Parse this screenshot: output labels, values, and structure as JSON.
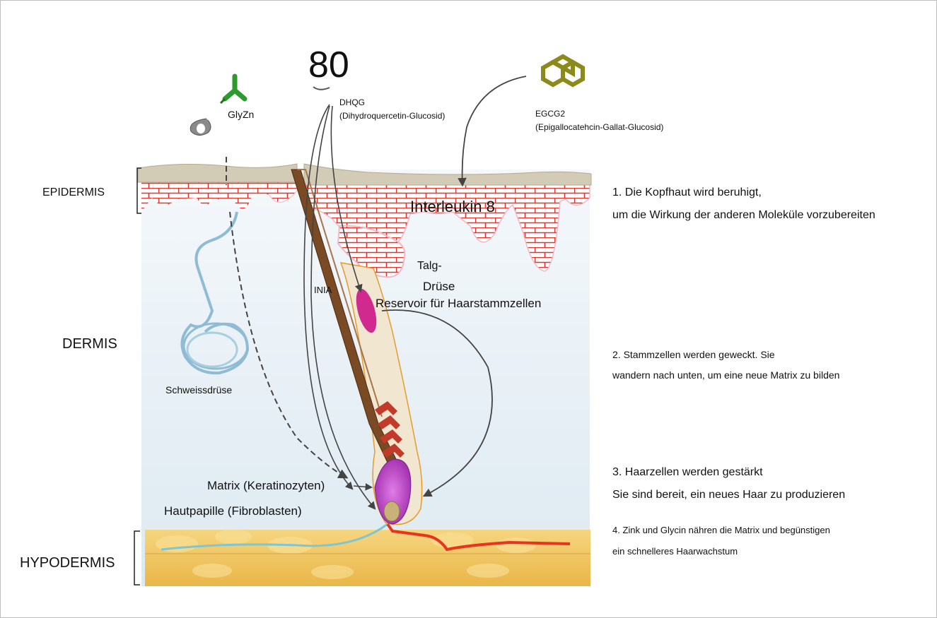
{
  "layers": {
    "epidermis": "EPIDERMIS",
    "dermis": "DERMIS",
    "hypodermis": "HYPODERMIS"
  },
  "molecules": {
    "number": "80",
    "glyzn": "GlyZn",
    "dhqg": {
      "name": "DHQG",
      "full": "(Dihydroquercetin-Glucosid)"
    },
    "egcg2": {
      "name": "EGCG2",
      "full": "(Epigallocatehcin-Gallat-Glucosid)"
    }
  },
  "labels": {
    "interleukin": "Interleukin 8",
    "talg_line1": "Talg-",
    "talg_line2": "Drüse",
    "inia": "INIA",
    "reservoir": "Reservoir für Haarstammzellen",
    "schweiss": "Schweissdrüse",
    "matrix": "Matrix (Keratinozyten)",
    "hautpapille": "Hautpapille (Fibroblasten)"
  },
  "steps": {
    "s1_line1": "1. Die Kopfhaut wird beruhigt,",
    "s1_line2": "um die Wirkung der anderen Moleküle vorzubereiten",
    "s2_line1": "2. Stammzellen werden geweckt. Sie",
    "s2_line2": "wandern nach unten, um eine neue Matrix zu bilden",
    "s3_line1": "3. Haarzellen werden gestärkt",
    "s3_line2": "Sie sind bereit, ein neues Haar zu produzieren",
    "s4_line1": "4. Zink und Glycin nähren die Matrix und begünstigen",
    "s4_line2": "ein schnelleres Haarwachstum"
  },
  "colors": {
    "epidermis_red": "#d9312b",
    "dermis_bg": "#e9f1f6",
    "hypodermis_fat": "#f2c35a",
    "hair_brown": "#7a4a25",
    "bulb_magenta": "#b13cc0",
    "glyzn_green": "#2e9a2e",
    "egcg_olive": "#8c8a1a",
    "vessel_red": "#e8341c",
    "vessel_blue": "#7fc6d0"
  }
}
